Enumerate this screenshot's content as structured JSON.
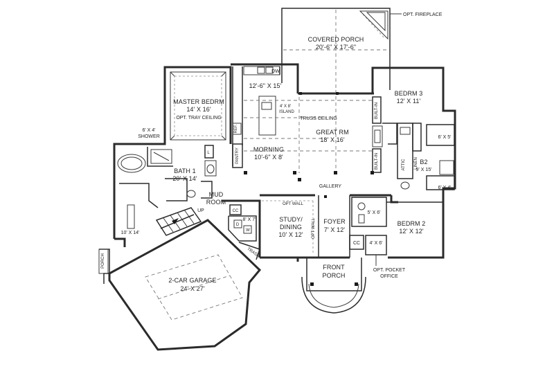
{
  "rooms": {
    "covered_porch": {
      "name": "COVERED PORCH",
      "dims": "20'-6\" X 17'-6\""
    },
    "opt_fireplace": "OPT. FIREPLACE",
    "master_bedrm": {
      "name": "MASTER BEDRM",
      "dims": "14' X 16'",
      "note": "OPT. TRAY CEILING"
    },
    "kitchen": {
      "dims": "12'-6\" X 15'"
    },
    "dw": "DW",
    "island": {
      "dims": "4' X 8'",
      "name": "ISLAND"
    },
    "truss_ceiling": "TRUSS CEILING",
    "great_rm": {
      "name": "GREAT RM",
      "dims": "18' X 16'"
    },
    "bedrm3": {
      "name": "BEDRM 3",
      "dims": "12' X 11'"
    },
    "built_in_1": "BUILT-IN",
    "built_in_2": "BUILT-IN",
    "shower": {
      "dims": "6' X 4'",
      "name": "SHOWER"
    },
    "ref": "REF.",
    "pantry": "PANTRY",
    "morning": {
      "name": "MORNING",
      "dims": "10'-6\" X 8'"
    },
    "l_closet": "L",
    "bath1": {
      "name": "BATH 1",
      "dims": "20' X 14'"
    },
    "attic": "ATTIC",
    "linen": "LINEN",
    "bath3_dims": "6' X 5'",
    "b2": {
      "name": "B2",
      "dims": "9' X 15'"
    },
    "bath_b_dims": "6' X 4'",
    "gallery": "GALLERY",
    "mud_room": {
      "name1": "MUD",
      "name2": "ROOM"
    },
    "up": "UP",
    "cc1": "CC",
    "opt_wall_1": "OPT WALL",
    "opt_wall_2": "OPT WALL",
    "closet_10x14": "10' X 14'",
    "laundry": {
      "dims": "8' X 7'",
      "d": "D",
      "w": "W"
    },
    "study": {
      "name1": "STUDY/",
      "name2": "DINING",
      "dims": "10' X 12'"
    },
    "foyer": {
      "name": "FOYER",
      "dims": "7' X 12'"
    },
    "powder_dims": "5' X 6'",
    "bedrm2": {
      "name": "BEDRM 2",
      "dims": "12' X 12'"
    },
    "cc2": "CC",
    "pocket_office": {
      "dims": "4' X 6'",
      "line1": "OPT. POCKET",
      "line2": "OFFICE"
    },
    "trash": "TRASH",
    "porch_side": "PORCH",
    "front_porch": {
      "name1": "FRONT",
      "name2": "PORCH"
    },
    "garage": {
      "name": "2-CAR GARAGE",
      "dims": "24' X 27'"
    }
  }
}
